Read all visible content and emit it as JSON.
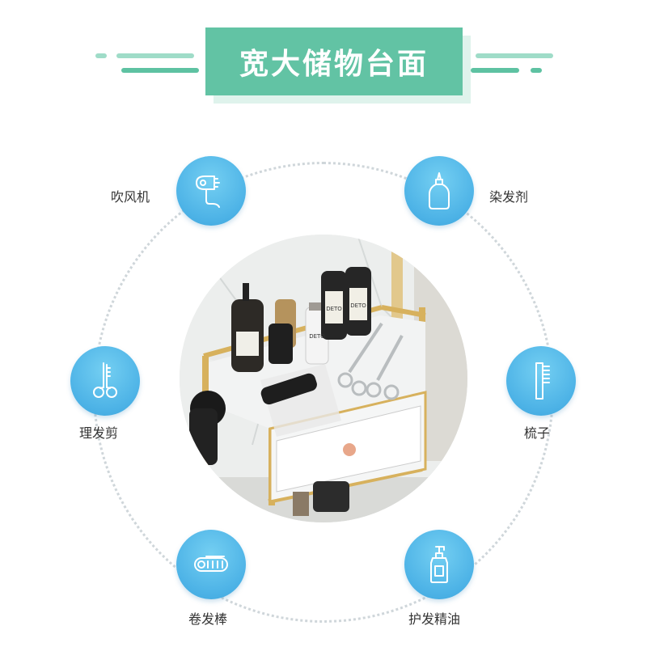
{
  "header": {
    "title": "宽大储物台面"
  },
  "colors": {
    "banner": "#62c3a4",
    "banner_shadow": "#dff3ec",
    "dash_light": "#9fdcc8",
    "dash_dark": "#5ec2a2",
    "circle": "#4cb2e6",
    "icon_line": "#ffffff",
    "label_text": "#333333"
  },
  "features": [
    {
      "id": "hair-dryer",
      "label": "吹风机",
      "icon": "hair-dryer-icon"
    },
    {
      "id": "hair-dye",
      "label": "染发剂",
      "icon": "dye-bottle-icon"
    },
    {
      "id": "scissors",
      "label": "理发剪",
      "icon": "scissors-icon"
    },
    {
      "id": "comb",
      "label": "梳子",
      "icon": "comb-icon"
    },
    {
      "id": "curler",
      "label": "卷发棒",
      "icon": "curling-iron-icon"
    },
    {
      "id": "hair-oil",
      "label": "护发精油",
      "icon": "pump-bottle-icon"
    }
  ],
  "center_image": {
    "icon": "product-photo-nightstand",
    "bottle_labels": [
      "DETO",
      "DETO",
      "DETO"
    ]
  }
}
